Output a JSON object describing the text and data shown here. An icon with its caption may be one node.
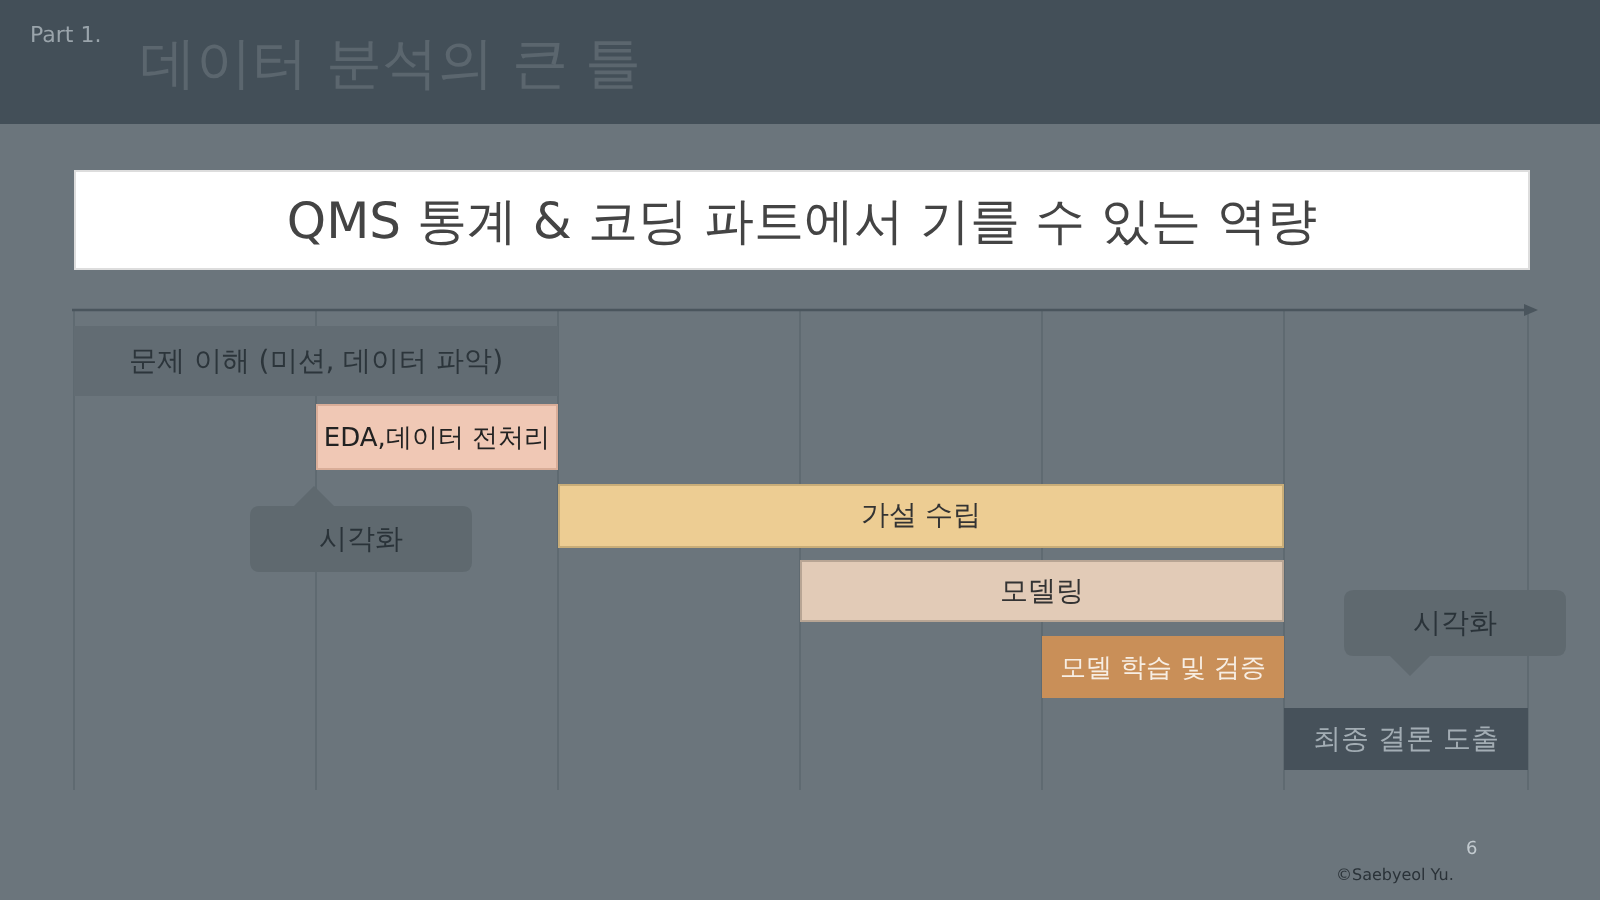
{
  "diagram": {
    "title": "데이터 분석의 큰 틀",
    "nodes": [
      {
        "text": [
          "QMS 통계 & 코딩 파트에서 기를 수 있는 역량"
        ]
      },
      {
        "text": [
          "문제 이해 (미션, 데이터 파악)"
        ]
      },
      {
        "text": [
          "EDA,데이터 전처리"
        ]
      },
      {
        "text": [
          "가설 수립"
        ]
      },
      {
        "text": [
          "모델링"
        ]
      },
      {
        "text": [
          "모델 학습 및 검증"
        ]
      },
      {
        "text": [
          "최종 결론 도출"
        ]
      },
      {
        "text": [
          "시각화"
        ]
      },
      {
        "text": [
          "시각화"
        ]
      }
    ],
    "labels": [
      "Part 1.",
      "6",
      "©Saebyeol Yu."
    ]
  }
}
